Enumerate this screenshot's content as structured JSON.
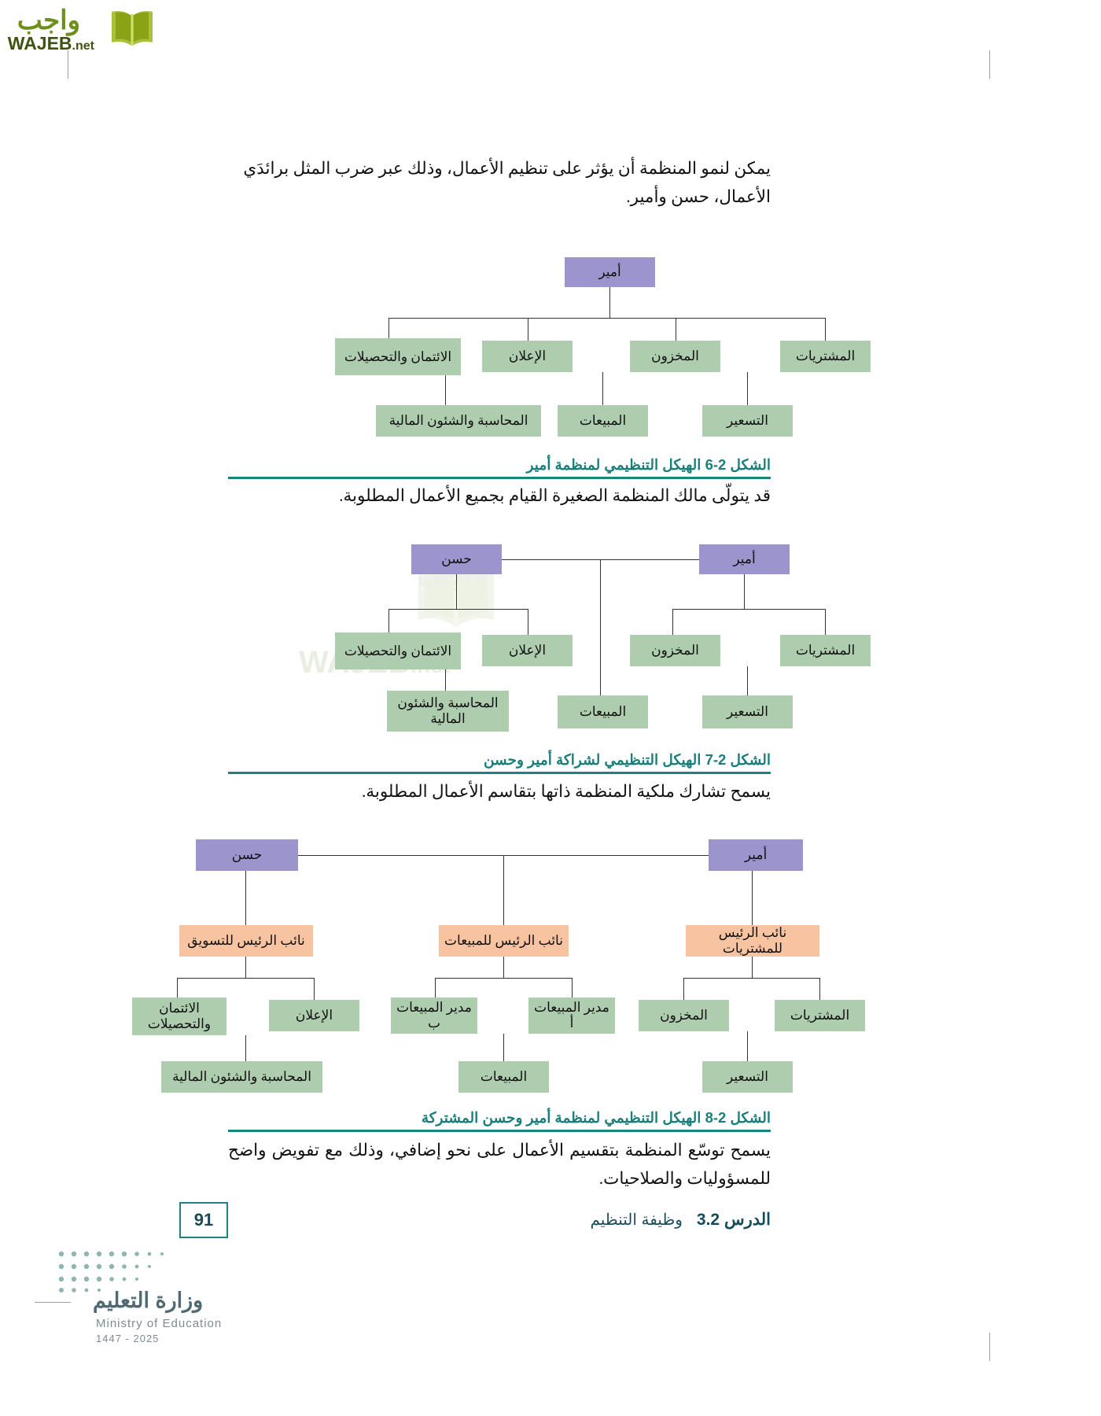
{
  "branding": {
    "watermark_arabic": "واجب",
    "watermark_latin": "WAJEB",
    "watermark_tld": ".net",
    "accent_teal": "#1a8481",
    "accent_green": "#aecdaf",
    "accent_purple": "#9b94cd",
    "accent_orange": "#f8c3a0"
  },
  "intro_paragraph": "يمكن لنمو المنظمة أن يؤثر على تنظيم الأعمال، وذلك عبر ضرب المثل برائدَي الأعمال، حسن وأمير.",
  "figures": [
    {
      "caption": "الشكل 2-6 الهيكل التنظيمي لمنظمة أمير",
      "description": "قد يتولّى مالك المنظمة الصغيرة القيام بجميع الأعمال المطلوبة.",
      "chart_data": {
        "type": "org-chart",
        "owners": [
          "أمير"
        ],
        "level2": [
          "المشتريات",
          "المخزون",
          "الإعلان",
          "الائتمان والتحصيلات"
        ],
        "level3": [
          "التسعير",
          "المبيعات",
          "المحاسبة والشئون المالية"
        ]
      }
    },
    {
      "caption": "الشكل 2-7 الهيكل التنظيمي لشراكة أمير وحسن",
      "description": "يسمح تشارك ملكية المنظمة ذاتها بتقاسم الأعمال المطلوبة.",
      "chart_data": {
        "type": "org-chart",
        "owners": [
          "أمير",
          "حسن"
        ],
        "level2": [
          "المشتريات",
          "المخزون",
          "الإعلان",
          "الائتمان والتحصيلات"
        ],
        "level3": [
          "التسعير",
          "المبيعات",
          "المحاسبة والشئون المالية"
        ]
      }
    },
    {
      "caption": "الشكل 2-8 الهيكل التنظيمي لمنظمة أمير وحسن المشتركة",
      "description": "يسمح توسّع المنظمة بتقسيم الأعمال على نحو إضافي، وذلك مع تفويض واضح للمسؤوليات والصلاحيات.",
      "chart_data": {
        "type": "org-chart",
        "owners": [
          "أمير",
          "حسن"
        ],
        "vice_presidents": [
          "نائب الرئيس للمشتريات",
          "نائب الرئيس للمبيعات",
          "نائب الرئيس للتسويق"
        ],
        "level3": [
          "المشتريات",
          "المخزون",
          "مدير المبيعات أ",
          "مدير المبيعات ب",
          "الإعلان",
          "الائتمان والتحصيلات"
        ],
        "level4": [
          "التسعير",
          "المبيعات",
          "المحاسبة والشئون المالية"
        ]
      }
    }
  ],
  "boxes": {
    "ameer": "أمير",
    "hassan": "حسن",
    "purchases": "المشتريات",
    "inventory": "المخزون",
    "advertising": "الإعلان",
    "credit_collections": "الائتمان والتحصيلات",
    "pricing": "التسعير",
    "sales": "المبيعات",
    "accounting_finance": "المحاسبة والشئون المالية",
    "accounting_finance_2line": "المحاسبة والشئون المالية",
    "vp_purchases": "نائب الرئيس للمشتريات",
    "vp_sales": "نائب الرئيس للمبيعات",
    "vp_marketing": "نائب الرئيس للتسويق",
    "sales_manager_a": "مدير المبيعات أ",
    "sales_manager_b": "مدير المبيعات ب"
  },
  "footer": {
    "page_number": "91",
    "lesson_label": "الدرس 3.2",
    "lesson_title": "وظيفة التنظيم",
    "ministry_arabic": "وزارة التعليم",
    "ministry_english": "Ministry of Education",
    "ministry_years": "2025 - 1447"
  }
}
